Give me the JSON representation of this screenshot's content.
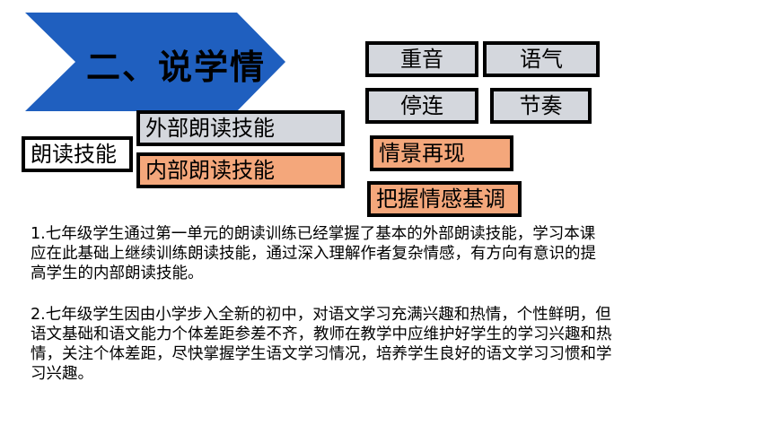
{
  "colors": {
    "banner_blue": "#1f5fbf",
    "tag_grey": "#d4d7dd",
    "tag_orange": "#f4a77b",
    "border": "#000000"
  },
  "banner": {
    "title": "二、说学情"
  },
  "skills": {
    "root": "朗读技能",
    "external": "外部朗读技能",
    "internal": "内部朗读技能"
  },
  "external_items": [
    "重音",
    "语气",
    "停连",
    "节奏"
  ],
  "internal_items": [
    "情景再现",
    "把握情感基调"
  ],
  "paragraphs": [
    {
      "lines": [
        "1.七年级学生通过第一单元的朗读训练已经掌握了基本的外部朗读技能，学习本课",
        "应在此基础上继续训练朗读技能，通过深入理解作者复杂情感，有方向有意识的提",
        "高学生的内部朗读技能。"
      ]
    },
    {
      "lines": [
        "2.七年级学生因由小学步入全新的初中，对语文学习充满兴趣和热情，个性鲜明，但",
        "语文基础和语文能力个体差距参差不齐，教师在教学中应维护好学生的学习兴趣和热",
        "情，关注个体差距，尽快掌握学生语文学习情况，培养学生良好的语文学习习惯和学",
        "习兴趣。"
      ]
    }
  ]
}
